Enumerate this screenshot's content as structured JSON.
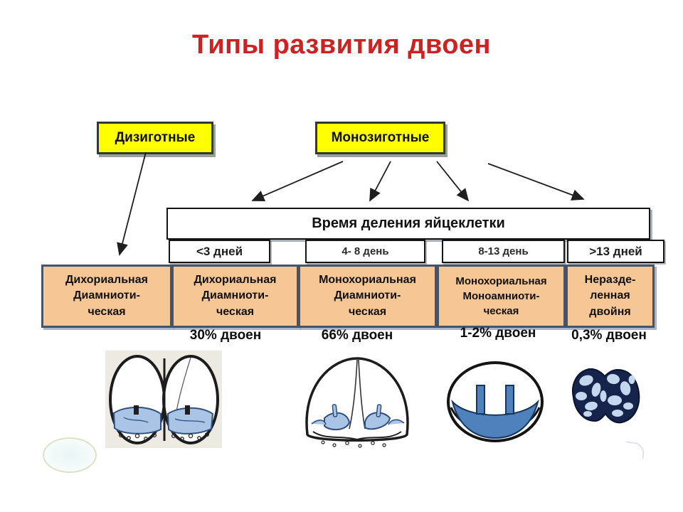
{
  "slide": {
    "title": "Типы развития двоен"
  },
  "zygosity_boxes": {
    "dizygotic": "Дизиготные",
    "monozygotic": "Монозиготные"
  },
  "division_table": {
    "header": "Время деления яйцеклетки",
    "periods": [
      "<3 дней",
      "4- 8 день",
      "8-13 день",
      ">13 дней"
    ]
  },
  "type_boxes": [
    {
      "lines": [
        "Дихориальная",
        "Диамниоти-",
        "ческая"
      ]
    },
    {
      "lines": [
        "Дихориальная",
        "Диамниоти-",
        "ческая"
      ]
    },
    {
      "lines": [
        "Монохориальная",
        "Диамниоти-",
        "ческая"
      ]
    },
    {
      "lines": [
        "Монохориальная",
        "Моноамниоти-",
        "ческая"
      ]
    },
    {
      "lines": [
        "Неразде-",
        "ленная",
        "двойня"
      ]
    }
  ],
  "percentages": [
    "30% двоен",
    "66% двоен",
    "1-2% двоен",
    "0,3% двоен"
  ],
  "illustrations": [
    "dichorionic-diamniotic-twins-drawing",
    "monochorionic-diamniotic-twins-drawing",
    "monochorionic-monoamniotic-twins-drawing",
    "conjoined-twins-drawing"
  ],
  "colors": {
    "title_red": "#cc2222",
    "zygosity_box_fill": "#ffff00",
    "type_box_fill": "#f6c794",
    "type_box_border": "#44546a",
    "placenta_blue": "#4f81bd",
    "placenta_light_blue": "#a9c4e4"
  }
}
